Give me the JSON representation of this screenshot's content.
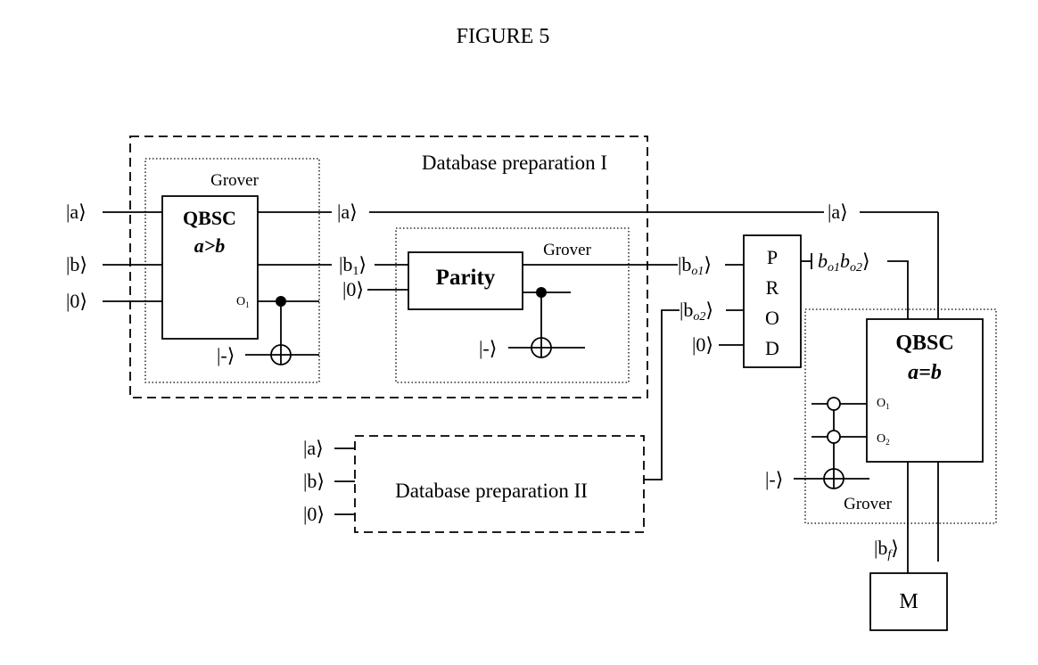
{
  "figure_title": "FIGURE 5",
  "blocks": {
    "db_prep_1": "Database preparation I",
    "db_prep_2": "Database preparation II",
    "grover_1": "Grover",
    "grover_2": "Grover",
    "grover_3": "Grover",
    "qbsc_gt_title": "QBSC",
    "qbsc_gt_cond": "a>b",
    "qbsc_eq_title": "QBSC",
    "qbsc_eq_cond": "a=b",
    "parity": "Parity",
    "prod_letters": [
      "P",
      "R",
      "O",
      "D"
    ],
    "measure": "M"
  },
  "ports": {
    "o1_a": "O",
    "o1_a_sub": "1",
    "o1_b": "O",
    "o1_b_sub": "1",
    "o2_b": "O",
    "o2_b_sub": "2"
  },
  "kets": {
    "a_in": "|a⟩",
    "b_in": "|b⟩",
    "zero_in": "|0⟩",
    "minus_1": "|-⟩",
    "a_mid": "|a⟩",
    "b1": "|b",
    "b1_sub": "1",
    "zero_parity": "|0⟩",
    "minus_2": "|-⟩",
    "bo1": "|b",
    "bo1_sub": "o1",
    "bo2": "|b",
    "bo2_sub": "o2",
    "zero_prod": "|0⟩",
    "a_right": "|a⟩",
    "prod_out_b1": "b",
    "prod_out_b1_sub": "o1",
    "prod_out_b2": "b",
    "prod_out_b2_sub": "o2",
    "minus_3": "|-⟩",
    "a_db2": "|a⟩",
    "b_db2": "|b⟩",
    "zero_db2": "|0⟩",
    "bf": "|b",
    "bf_sub": "f"
  },
  "ket_close": "⟩"
}
